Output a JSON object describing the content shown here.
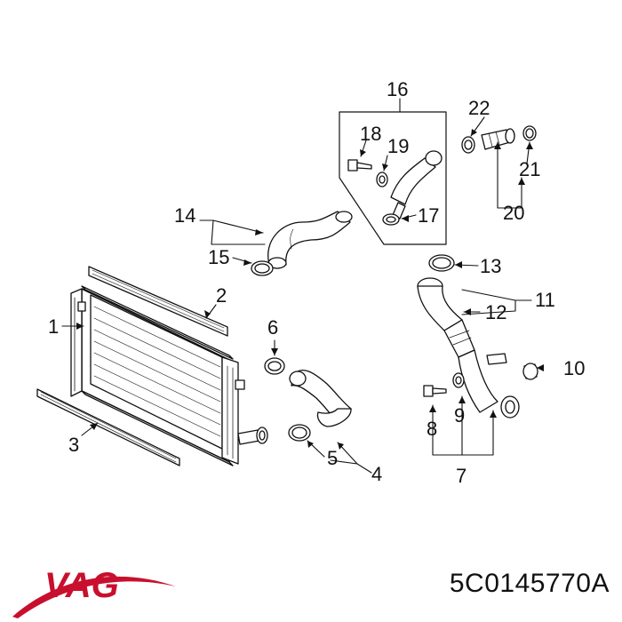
{
  "diagram": {
    "callouts": [
      "1",
      "2",
      "3",
      "4",
      "5",
      "6",
      "7",
      "8",
      "9",
      "10",
      "11",
      "12",
      "13",
      "14",
      "15",
      "16",
      "17",
      "18",
      "19",
      "20",
      "21",
      "22"
    ]
  },
  "brand": {
    "logo_text": "VAG",
    "color": "#c8102e"
  },
  "part_number": "5C0145770A",
  "colors": {
    "ink": "#111111",
    "paper": "#ffffff"
  }
}
